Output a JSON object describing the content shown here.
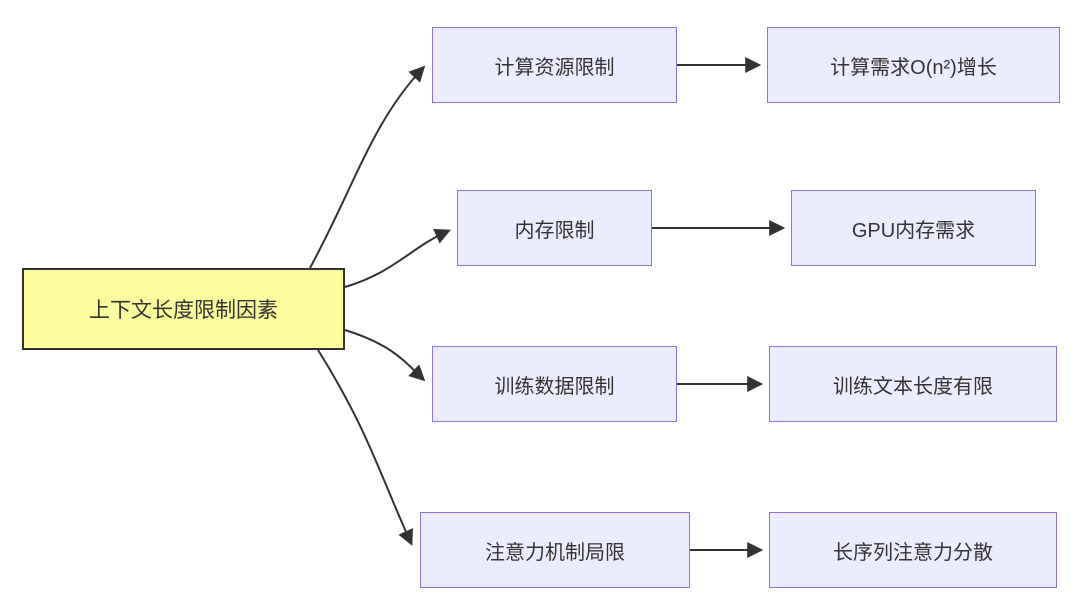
{
  "diagram": {
    "type": "flowchart-left-to-right",
    "root": {
      "label": "上下文长度限制因素"
    },
    "branches": [
      {
        "mid": "计算资源限制",
        "end": "计算需求O(n²)增长"
      },
      {
        "mid": "内存限制",
        "end": "GPU内存需求"
      },
      {
        "mid": "训练数据限制",
        "end": "训练文本长度有限"
      },
      {
        "mid": "注意力机制局限",
        "end": "长序列注意力分散"
      }
    ],
    "colors": {
      "root_fill": "#FCFC9C",
      "root_stroke": "#333333",
      "node_fill": "#ECECFF",
      "node_stroke": "#9370DB",
      "edge": "#333333",
      "text": "#333333",
      "background": "#FFFFFF"
    }
  }
}
